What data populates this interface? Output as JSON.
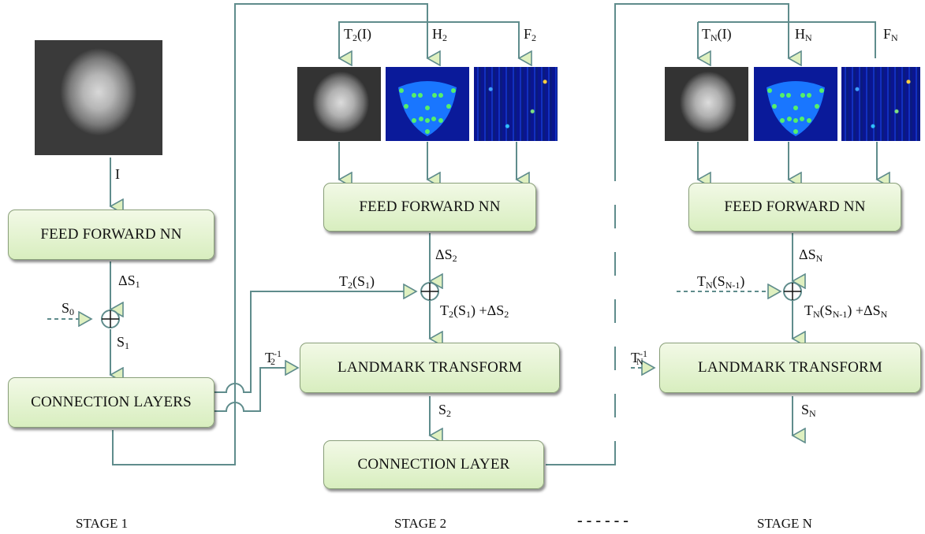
{
  "boxes": {
    "ffnn1": "FEED FORWARD NN",
    "conn1": "CONNECTION LAYERS",
    "ffnn2": "FEED FORWARD NN",
    "lt2": "LANDMARK TRANSFORM",
    "conn2": "CONNECTION LAYER",
    "ffnnN": "FEED FORWARD NN",
    "ltN": "LANDMARK TRANSFORM"
  },
  "stages": {
    "s1": "STAGE 1",
    "s2": "STAGE 2",
    "dashes": "- - - - - -",
    "sN": "STAGE N"
  },
  "labels": {
    "I": "I",
    "dS1_d": "ΔS",
    "dS1_s": "1",
    "S0_b": "S",
    "S0_s": "0",
    "S1_b": "S",
    "S1_s": "1",
    "T2I_a": "T",
    "T2I_s": "2",
    "T2I_b": "(I)",
    "H2_b": "H",
    "H2_s": "2",
    "F2_b": "F",
    "F2_s": "2",
    "dS2_d": "ΔS",
    "dS2_s": "2",
    "T2S1_a": "T",
    "T2S1_s": "2",
    "T2S1_b": "(S",
    "T2S1_s2": "1",
    "T2S1_c": ")",
    "sum2_a": "T",
    "sum2_s": "2",
    "sum2_b": "(S",
    "sum2_s2": "1",
    "sum2_c": ") +ΔS",
    "sum2_s3": "2",
    "T2inv_b": "T",
    "T2inv_sup": "-1",
    "T2inv_s": "2",
    "S2_b": "S",
    "S2_s": "2",
    "TNI_a": "T",
    "TNI_s": "N",
    "TNI_b": "(I)",
    "HN_b": "H",
    "HN_s": "N",
    "FN_b": "F",
    "FN_s": "N",
    "dSN_d": "ΔS",
    "dSN_s": "N",
    "TNSN1_a": "T",
    "TNSN1_s": "N",
    "TNSN1_b": "(S",
    "TNSN1_s2": "N-1",
    "TNSN1_c": ")",
    "sumN_a": "T",
    "sumN_s": "N",
    "sumN_b": "(S",
    "sumN_s2": "N-1",
    "sumN_c": ") +ΔS",
    "sumN_s3": "N",
    "TNinv_b": "T",
    "TNinv_sup": "-1",
    "TNinv_s": "N",
    "SN_b": "S",
    "SN_s": "N"
  },
  "colors": {
    "wire": "#5f8c8c",
    "arrow_fill": "#dff0c0",
    "box_border": "#8aa07a"
  }
}
